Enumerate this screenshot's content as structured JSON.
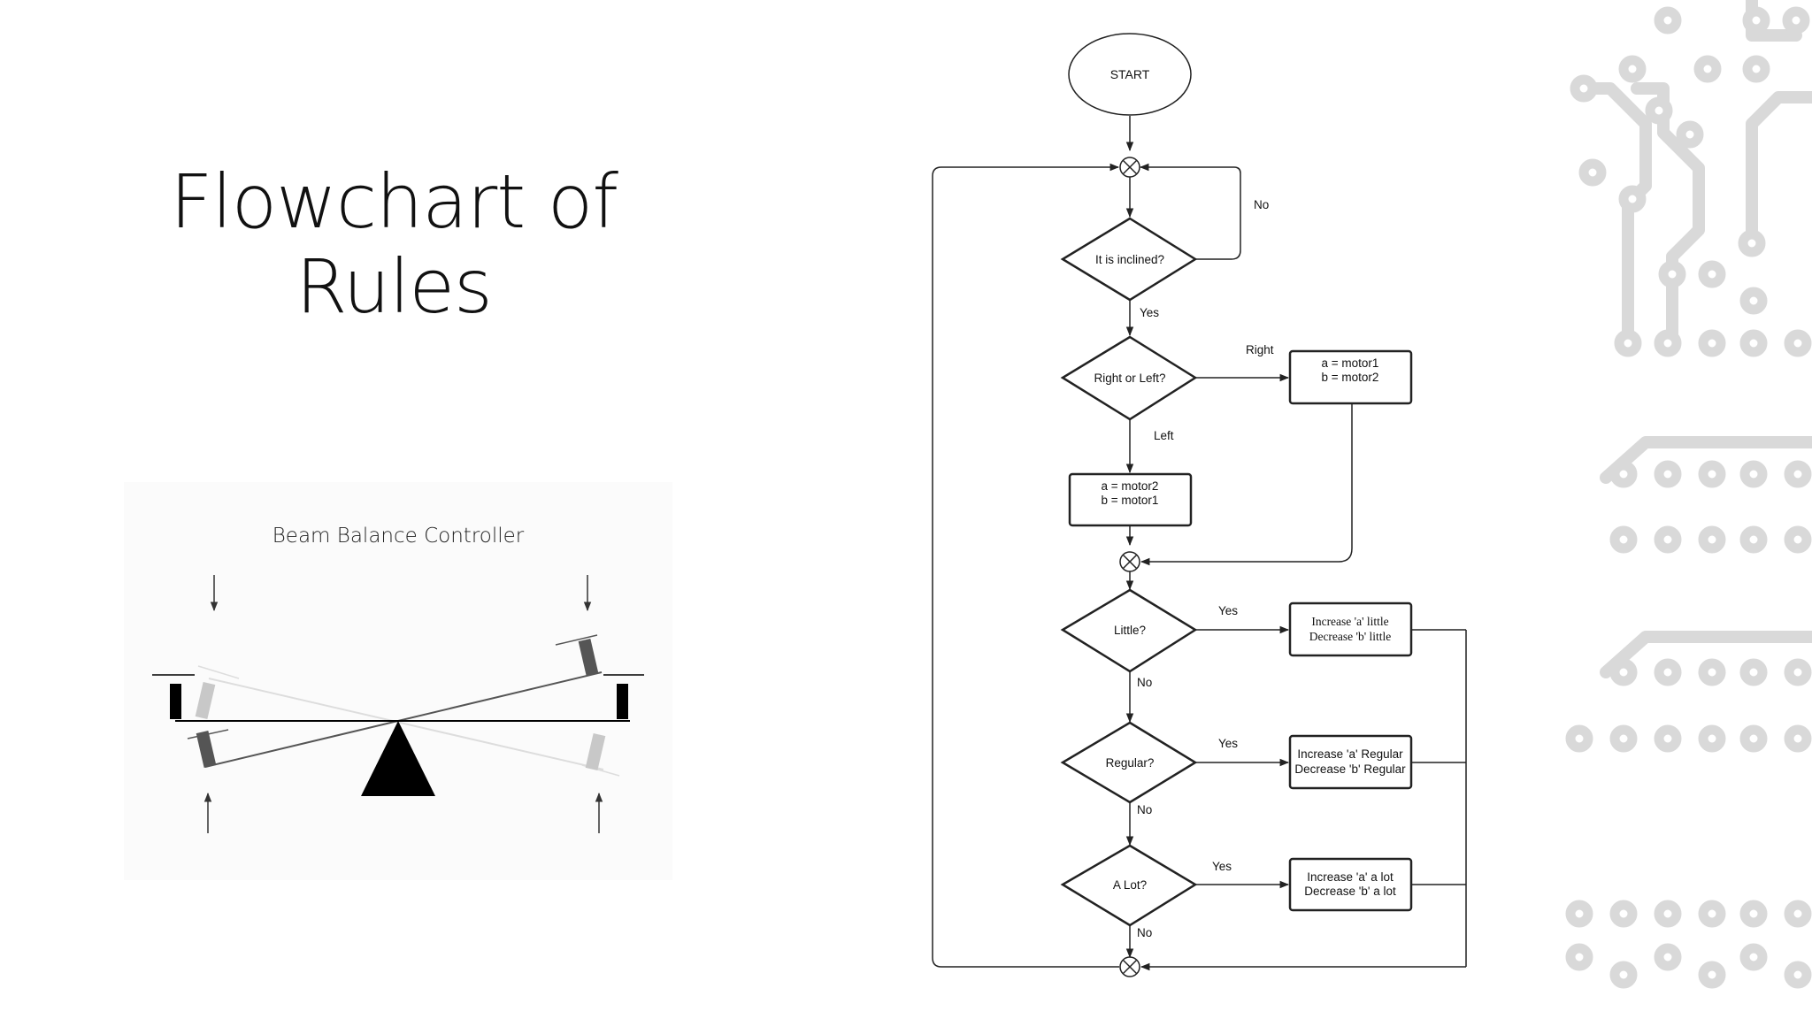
{
  "slide": {
    "title_line1": "Flowchart of",
    "title_line2": "Rules"
  },
  "beam_figure": {
    "caption": "Beam Balance Controller"
  },
  "flowchart": {
    "start": "START",
    "decisions": {
      "inclined": "It is inclined?",
      "right_or_left": "Right or Left?",
      "little": "Little?",
      "regular": "Regular?",
      "a_lot": "A Lot?"
    },
    "boxes": {
      "assign_right_l1": "a = motor1",
      "assign_right_l2": "b = motor2",
      "assign_left_l1": "a = motor2",
      "assign_left_l2": "b = motor1",
      "little_l1": "Increase 'a' little",
      "little_l2": "Decrease 'b' little",
      "regular_l1": "Increase 'a' Regular",
      "regular_l2": "Decrease 'b' Regular",
      "alot_l1": "Increase 'a' a lot",
      "alot_l2": "Decrease 'b' a lot"
    },
    "edge_labels": {
      "inclined_no": "No",
      "inclined_yes": "Yes",
      "right": "Right",
      "left": "Left",
      "little_yes": "Yes",
      "little_no": "No",
      "regular_yes": "Yes",
      "regular_no": "No",
      "alot_yes": "Yes",
      "alot_no": "No"
    }
  },
  "colors": {
    "line": "#222222",
    "decor": "#d9d9d9",
    "beam_dark": "#000000",
    "weight_dark": "#555555",
    "weight_light": "#c8c8c8"
  }
}
